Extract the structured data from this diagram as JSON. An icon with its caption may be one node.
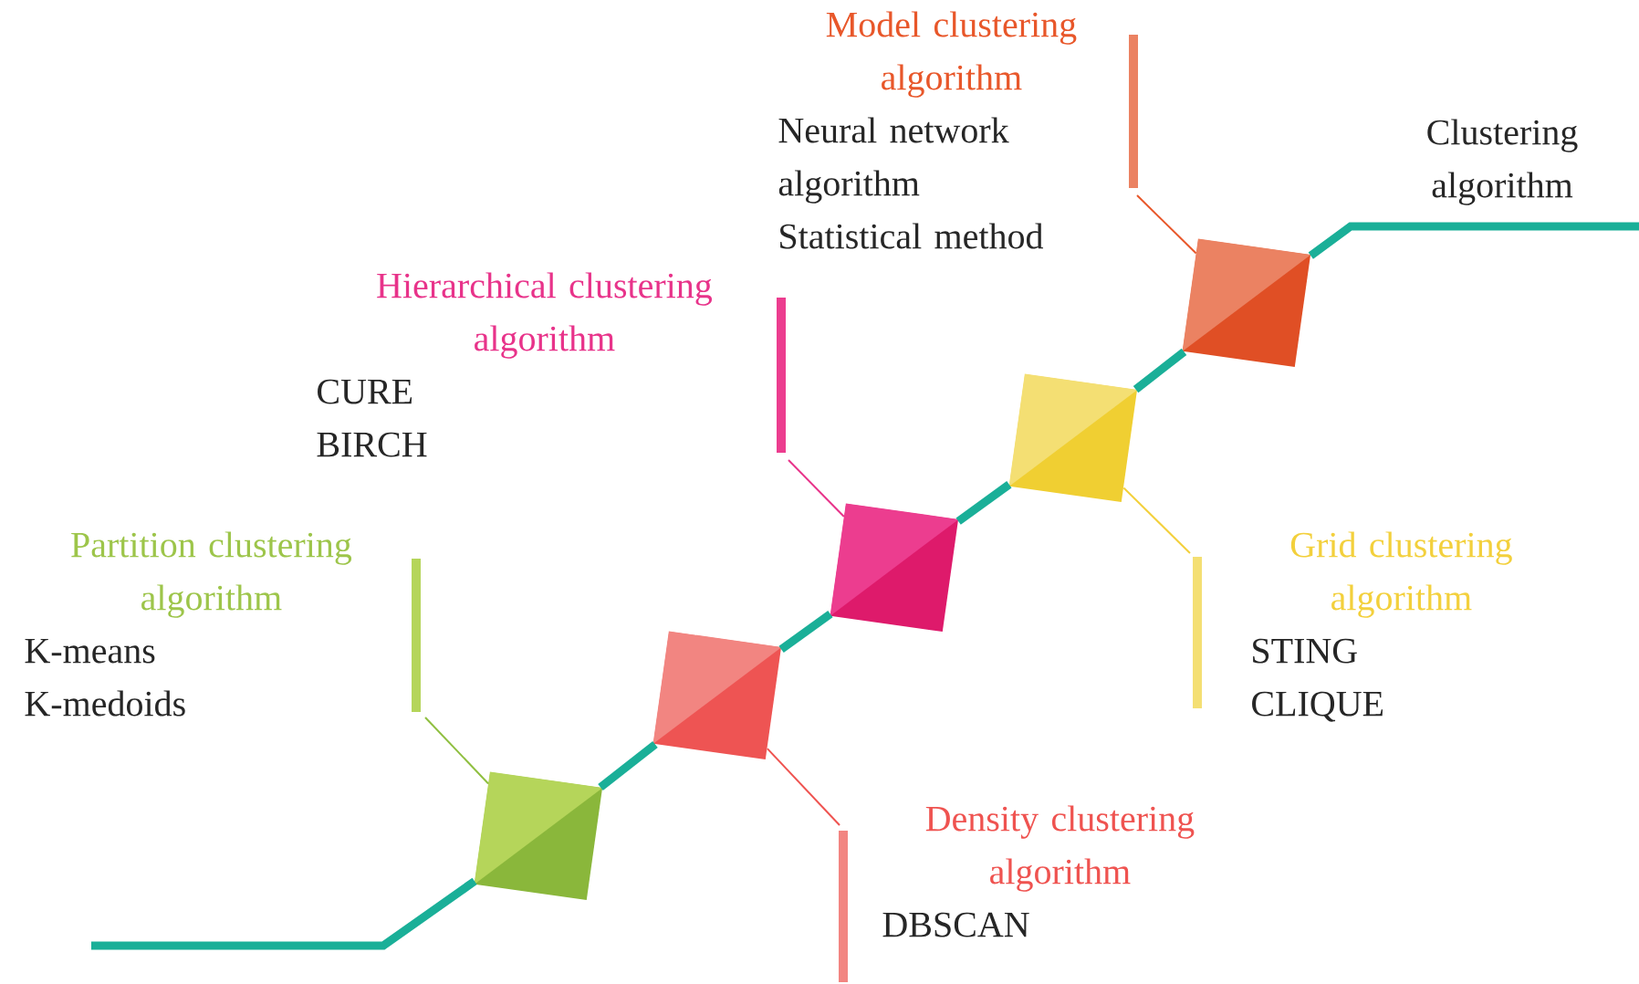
{
  "diagram": {
    "nodes": [
      {
        "text": [
          "Model clustering algorithm",
          "Neural network algorithm",
          "Statistical method"
        ]
      },
      {
        "text": [
          "Hierarchical clustering algorithm",
          "CURE",
          "BIRCH"
        ]
      },
      {
        "text": [
          "Grid clustering algorithm",
          "STING",
          "CLIQUE"
        ]
      },
      {
        "text": [
          "Partition clustering algorithm",
          "K-means",
          "K-medoids"
        ]
      },
      {
        "text": [
          "Density clustering algorithm",
          "DBSCAN"
        ]
      },
      {
        "text": [],
        "shape": "box"
      },
      {
        "text": [],
        "shape": "box"
      },
      {
        "text": [],
        "shape": "box"
      },
      {
        "text": [],
        "shape": "box"
      },
      {
        "text": [],
        "shape": "box"
      }
    ],
    "edges": [
      {
        "from": null,
        "to": 5,
        "arrow": "none"
      },
      {
        "from": 5,
        "to": 6,
        "arrow": "none"
      },
      {
        "from": 6,
        "to": 7,
        "arrow": "none"
      },
      {
        "from": 7,
        "to": 8,
        "arrow": "none"
      },
      {
        "from": 8,
        "to": 9,
        "arrow": "none"
      },
      {
        "from": 9,
        "to": null,
        "arrow": "none"
      },
      {
        "from": 3,
        "to": 5,
        "arrow": "none",
        "color": "#8fbf40"
      },
      {
        "from": 4,
        "to": 6,
        "arrow": "none",
        "color": "#ef5350"
      },
      {
        "from": 1,
        "to": 7,
        "arrow": "none",
        "color": "#e8338a"
      },
      {
        "from": 2,
        "to": 8,
        "arrow": "none",
        "color": "#f3d03c"
      },
      {
        "from": 0,
        "to": 9,
        "arrow": "none",
        "color": "#e8572a"
      }
    ],
    "labels": [
      "Clustering algorithm"
    ]
  }
}
